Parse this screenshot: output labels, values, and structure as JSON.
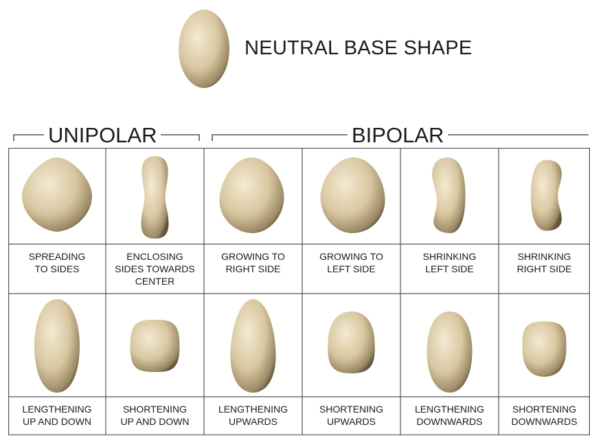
{
  "header": {
    "neutral_label": "NEUTRAL BASE SHAPE"
  },
  "groups": {
    "unipolar": "UNIPOLAR",
    "bipolar": "BIPOLAR"
  },
  "colors": {
    "shape_light": "#f1e6cc",
    "shape_mid": "#d6c49c",
    "shape_dark": "#6e6147",
    "grid_line": "#555555"
  },
  "rows": [
    [
      {
        "line1": "SPREADING",
        "line2": "TO SIDES",
        "line3": "",
        "icon": "diamond-blob-icon"
      },
      {
        "line1": "ENCLOSING",
        "line2": "SIDES TOWARDS",
        "line3": "CENTER",
        "icon": "waisted-capsule-icon"
      },
      {
        "line1": "GROWING TO",
        "line2": "RIGHT SIDE",
        "line3": "",
        "icon": "right-bulge-blob-icon"
      },
      {
        "line1": "GROWING TO",
        "line2": "LEFT SIDE",
        "line3": "",
        "icon": "left-bulge-blob-icon"
      },
      {
        "line1": "SHRINKING",
        "line2": "LEFT SIDE",
        "line3": "",
        "icon": "left-concave-blob-icon"
      },
      {
        "line1": "SHRINKING",
        "line2": "RIGHT SIDE",
        "line3": "",
        "icon": "right-concave-blob-icon"
      }
    ],
    [
      {
        "line1": "LENGTHENING",
        "line2": "UP AND DOWN",
        "line3": "",
        "icon": "tall-oval-icon"
      },
      {
        "line1": "SHORTENING",
        "line2": "UP AND DOWN",
        "line3": "",
        "icon": "squat-square-blob-icon"
      },
      {
        "line1": "LENGTHENING",
        "line2": "UPWARDS",
        "line3": "",
        "icon": "egg-up-icon"
      },
      {
        "line1": "SHORTENING",
        "line2": "UPWARDS",
        "line3": "",
        "icon": "flat-top-blob-icon"
      },
      {
        "line1": "LENGTHENING",
        "line2": "DOWNWARDS",
        "line3": "",
        "icon": "egg-down-icon"
      },
      {
        "line1": "SHORTENING",
        "line2": "DOWNWARDS",
        "line3": "",
        "icon": "flat-bottom-blob-icon"
      }
    ]
  ]
}
